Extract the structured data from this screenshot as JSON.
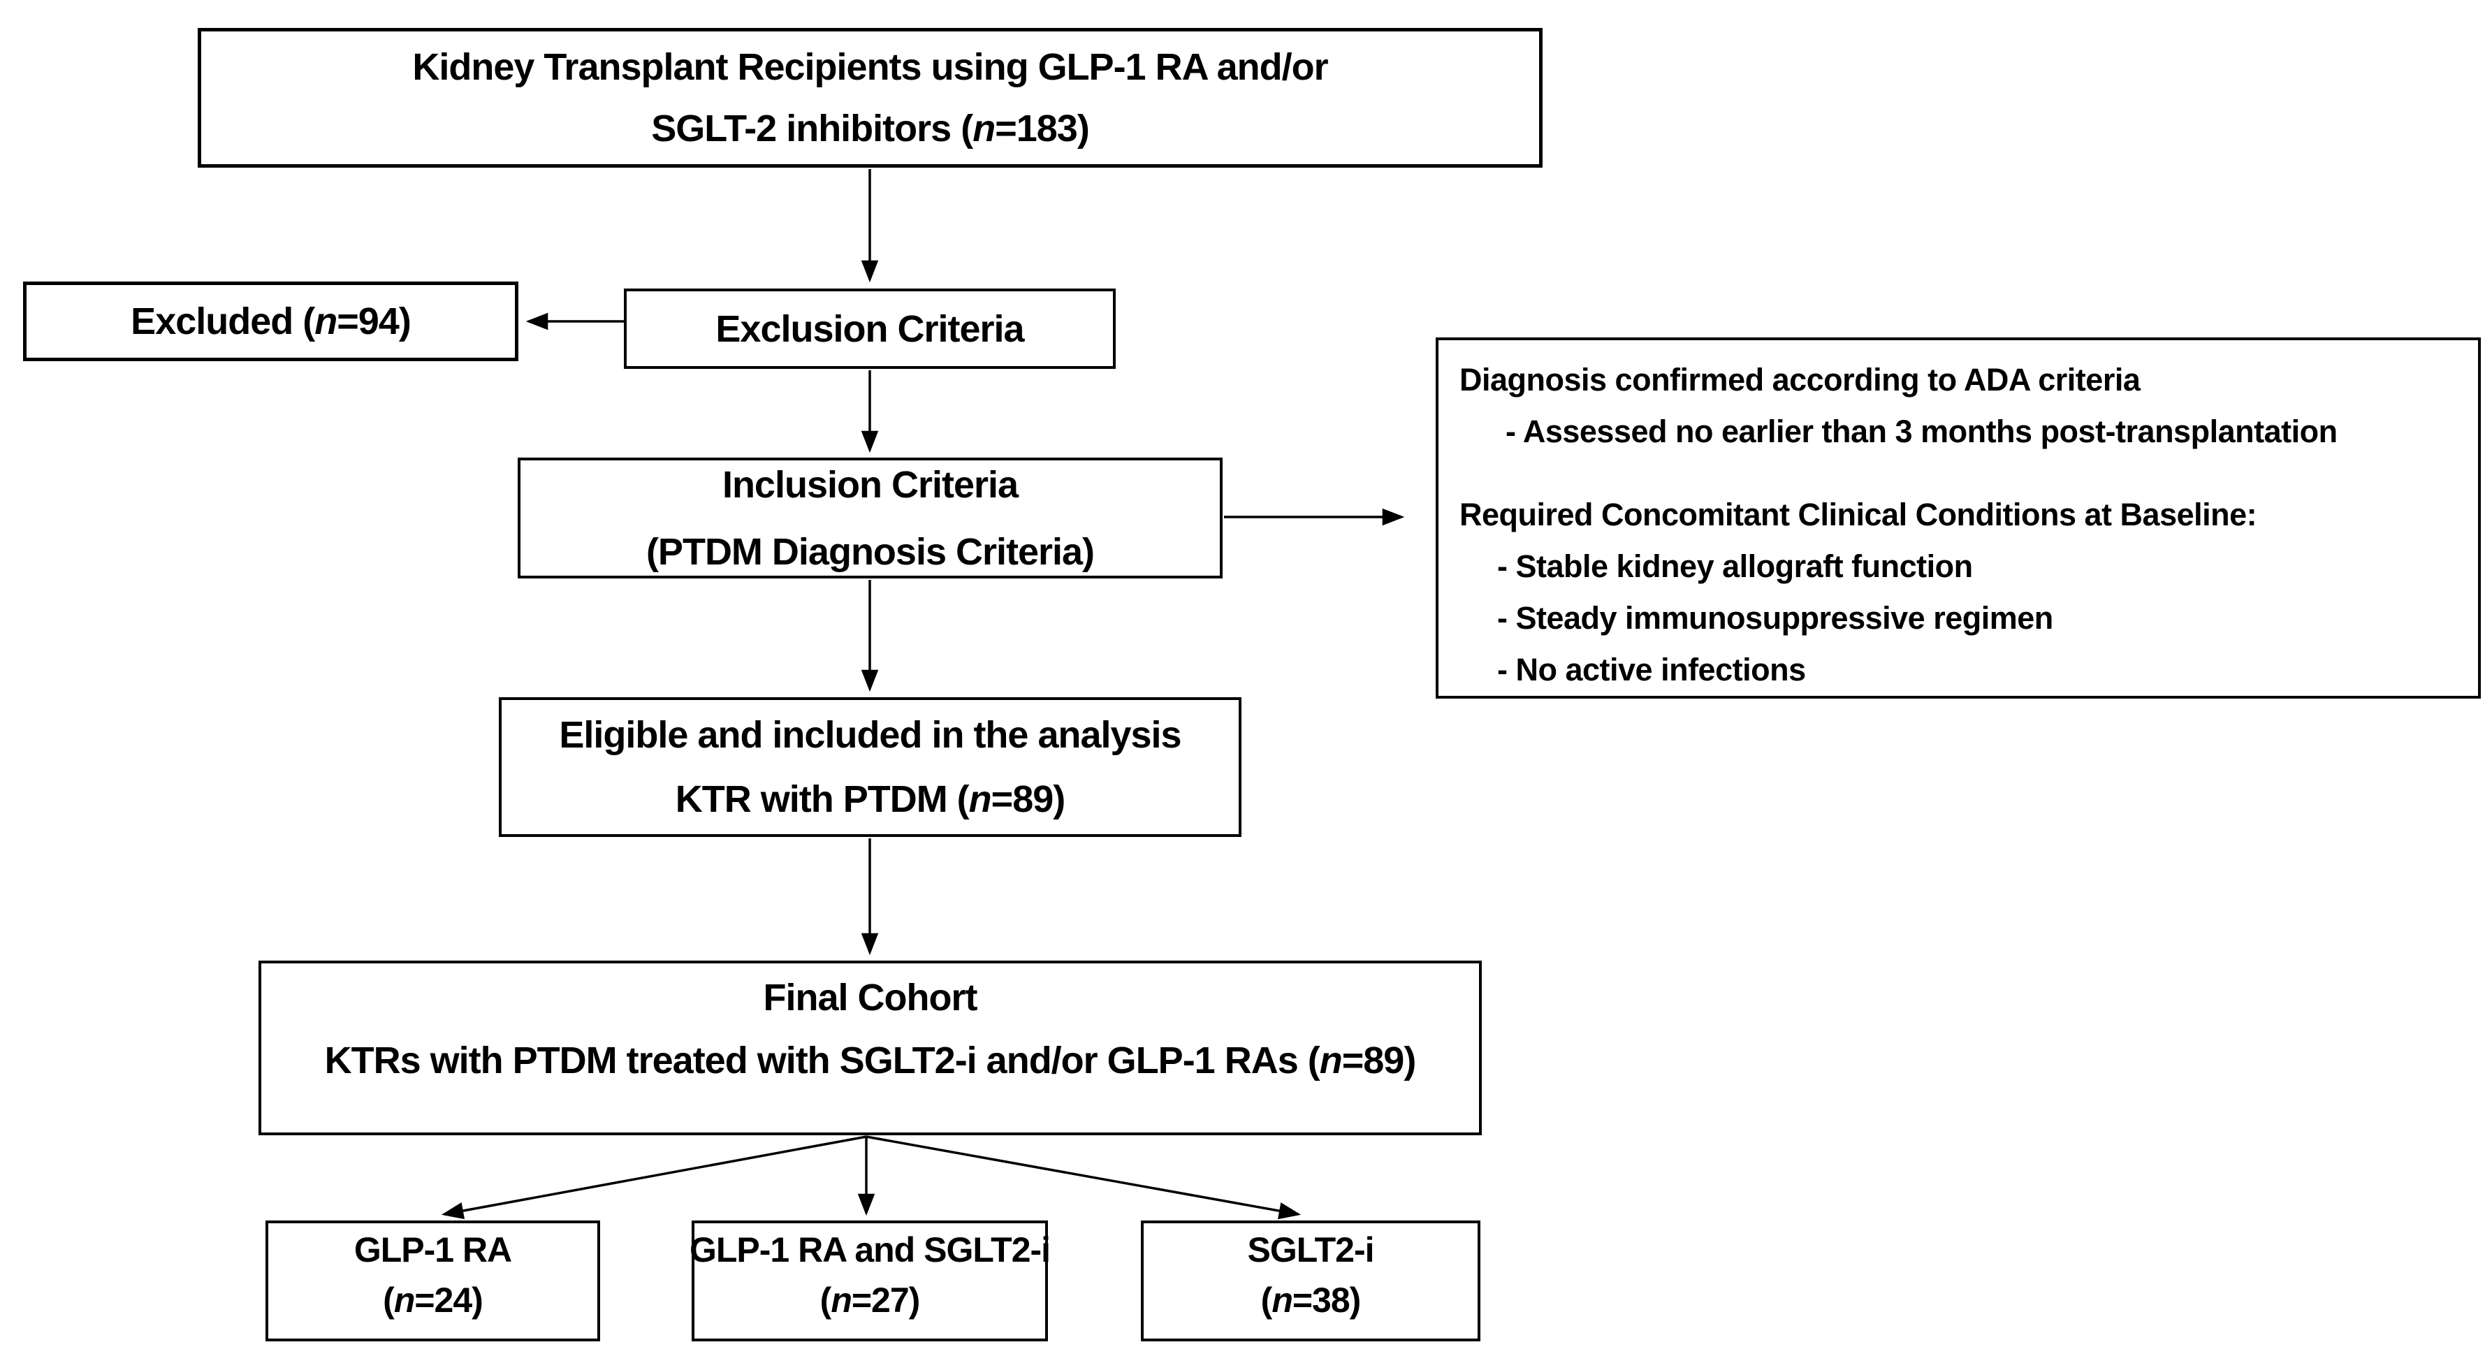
{
  "figure": {
    "title": "Study flow diagram of kidney transplant recipients treated with GLP-1 RA and/or SGLT-2 inhibitors",
    "colors": {
      "background": "#ffffff",
      "box_border": "#000000",
      "text": "#000000",
      "arrow": "#000000"
    },
    "boxes": {
      "population": {
        "line1": "Kidney Transplant Recipients using GLP-1 RA and/or",
        "line2_pre": "SGLT-2 inhibitors (",
        "n": "n",
        "line2_post": "=183)"
      },
      "excluded": {
        "pre": "Excluded (",
        "n": "n",
        "post": "=94)"
      },
      "exclusion": {
        "label": "Exclusion Criteria"
      },
      "inclusion": {
        "line1": "Inclusion Criteria",
        "line2": "(PTDM Diagnosis Criteria)"
      },
      "criteria_note": {
        "line1": "Diagnosis confirmed according to ADA criteria",
        "line2": "- Assessed no earlier than 3 months post-transplantation",
        "line3": "Required Concomitant Clinical Conditions at Baseline:",
        "line4": "- Stable kidney allograft function",
        "line5": "- Steady immunosuppressive regimen",
        "line6": "- No active infections"
      },
      "eligible": {
        "line1": "Eligible and included in the analysis",
        "line2_pre": "KTR with PTDM (",
        "n": "n",
        "line2_post": "=89)"
      },
      "final_cohort": {
        "line1": "Final Cohort",
        "line2_pre": "KTRs with PTDM treated with SGLT2-i and/or GLP-1 RAs (",
        "n": "n",
        "line2_post": "=89)"
      },
      "arm_glp1": {
        "line1": "GLP-1 RA",
        "pre": "(",
        "n": "n",
        "post": "=24)"
      },
      "arm_combo": {
        "line1": "GLP-1 RA and SGLT2-i",
        "pre": "(",
        "n": "n",
        "post": "=27)"
      },
      "arm_sglt2": {
        "line1": "SGLT2-i",
        "pre": "(",
        "n": "n",
        "post": "=38)"
      }
    }
  }
}
